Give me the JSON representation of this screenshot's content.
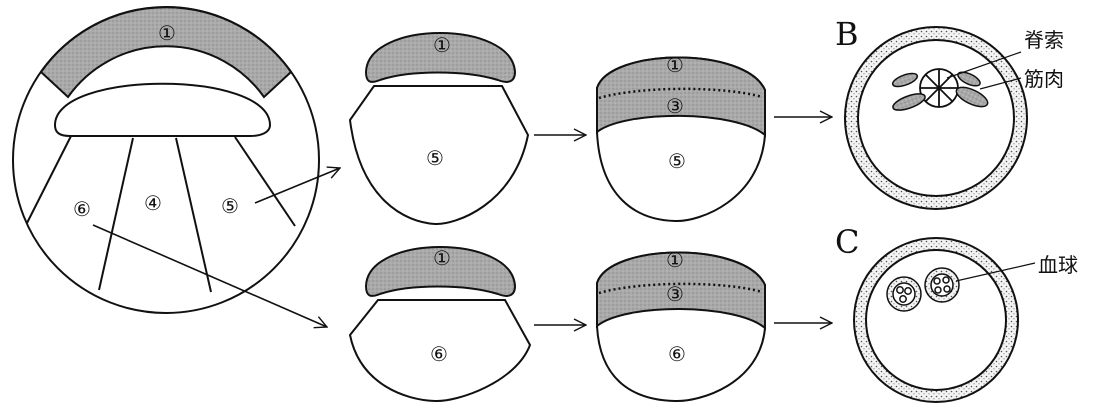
{
  "labels": {
    "n1": "①",
    "n3": "③",
    "n4": "④",
    "n5": "⑤",
    "n6": "⑥",
    "panel_b": "B",
    "panel_c": "C",
    "notochord": "脊索",
    "muscle": "筋肉",
    "blood_cells": "血球"
  },
  "colors": {
    "line": "#111111",
    "gray_fill": "#a9a9a9",
    "ring_fill": "#e8e8e8",
    "background": "#ffffff"
  }
}
